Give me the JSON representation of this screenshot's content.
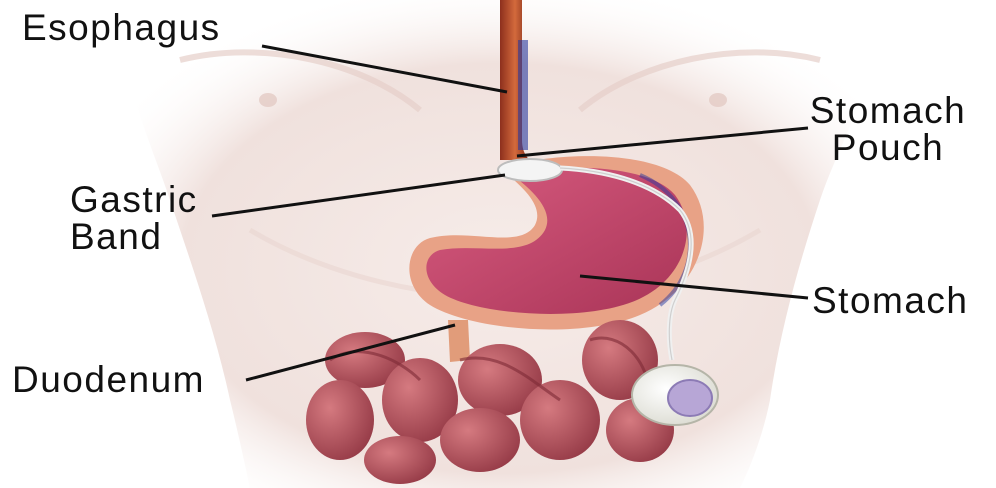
{
  "labels": {
    "esophagus": "Esophagus",
    "stomach_pouch_line1": "Stomach",
    "stomach_pouch_line2": "Pouch",
    "gastric_band_line1": "Gastric",
    "gastric_band_line2": "Band",
    "stomach": "Stomach",
    "duodenum": "Duodenum"
  },
  "colors": {
    "skin": "#f3e6e2",
    "stomach_outer": "#e8a286",
    "stomach_inner": "#c9466a",
    "intestine": "#b24e58",
    "esophagus": "#c4542c",
    "band": "#f4f4f4",
    "port_membrane": "#b7a6d6",
    "leader_line": "#111111"
  }
}
